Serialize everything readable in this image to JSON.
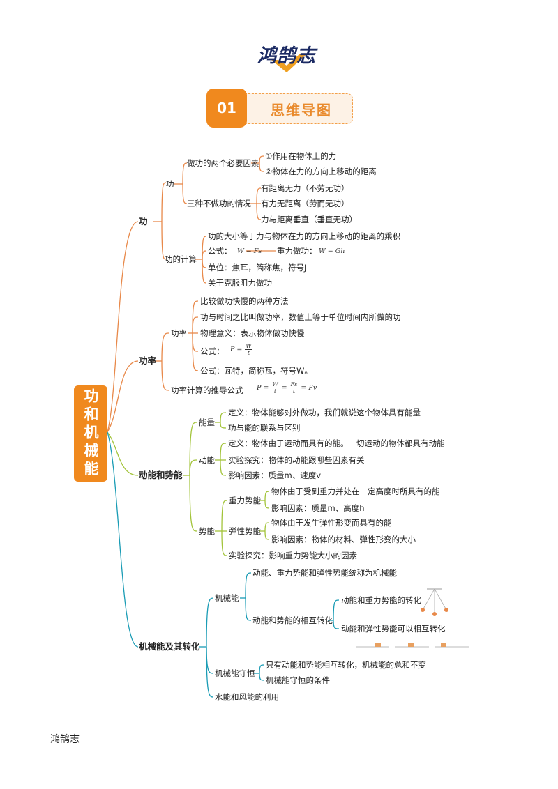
{
  "brand": {
    "logo_text": "鸿鹄志",
    "footer": "鸿鹄志"
  },
  "header": {
    "number": "01",
    "title": "思维导图"
  },
  "root": "功和机械能",
  "colors": {
    "orange": "#f0891e",
    "branch_orange": "#e8894a",
    "branch_green": "#a3c43b",
    "branch_teal": "#1a9cb5"
  },
  "map": {
    "work": {
      "label": "功",
      "def": {
        "label": "功",
        "factors": {
          "label": "做功的两个必要因素",
          "items": [
            "①作用在物体上的力",
            "②物体在力的方向上移动的距离"
          ]
        },
        "no_work": {
          "label": "三种不做功的情况",
          "items": [
            "有距离无力（不劳无功）",
            "有力无距离（劳而无功）",
            "力与距离垂直（垂直无功）"
          ]
        }
      },
      "calc": {
        "label": "功的计算",
        "items": [
          "功的大小等于力与物体在力的方向上移动的距离的乘积",
          "公式：",
          "单位：焦耳，简称焦，符号J",
          "关于克服阻力做功"
        ],
        "formula1": "W = Fs",
        "gravity_label": "重力做功：",
        "formula2": "W = Gh"
      }
    },
    "power": {
      "label": "功率",
      "main": {
        "label": "功率",
        "items": [
          "比较做功快慢的两种方法",
          "功与时间之比叫做功率，数值上等于单位时间内所做的功",
          "物理意义：表示物体做功快慢",
          "公式：",
          "公式：瓦特，简称瓦，符号W。"
        ],
        "formula": {
          "lhs": "P =",
          "num": "W",
          "den": "t"
        }
      },
      "derive": {
        "label": "功率计算的推导公式",
        "formula": {
          "p1": "P =",
          "n1": "W",
          "d1": "t",
          "p2": "=",
          "n2": "Fs",
          "d2": "t",
          "p3": "= Fv"
        }
      }
    },
    "energy": {
      "label": "动能和势能",
      "energy": {
        "label": "能量",
        "items": [
          "定义：物体能够对外做功，我们就说这个物体具有能量",
          "功与能的联系与区别"
        ]
      },
      "kinetic": {
        "label": "动能",
        "items": [
          "定义：物体由于运动而具有的能。一切运动的物体都具有动能",
          "实验探究：物体的动能跟哪些因素有关",
          "影响因素：质量m、速度v"
        ]
      },
      "potential": {
        "label": "势能",
        "gravity": {
          "label": "重力势能",
          "items": [
            "物体由于受到重力并处在一定高度时所具有的能",
            "影响因素：质量m、高度h"
          ]
        },
        "elastic": {
          "label": "弹性势能",
          "items": [
            "物体由于发生弹性形变而具有的能",
            "影响因素：物体的材料、弹性形变的大小"
          ]
        },
        "experiment": "实验探究：影响重力势能大小的因素"
      }
    },
    "mechanical": {
      "label": "机械能及其转化",
      "me": {
        "label": "机械能",
        "item": "动能、重力势能和弹性势能统称为机械能",
        "conv": {
          "label": "动能和势能的相互转化",
          "items": [
            "动能和重力势能的转化",
            "动能和弹性势能可以相互转化"
          ]
        }
      },
      "cons": {
        "label": "机械能守恒",
        "items": [
          "只有动能和势能相互转化，机械能的总和不变",
          "机械能守恒的条件"
        ]
      },
      "hydro": "水能和风能的利用"
    }
  }
}
